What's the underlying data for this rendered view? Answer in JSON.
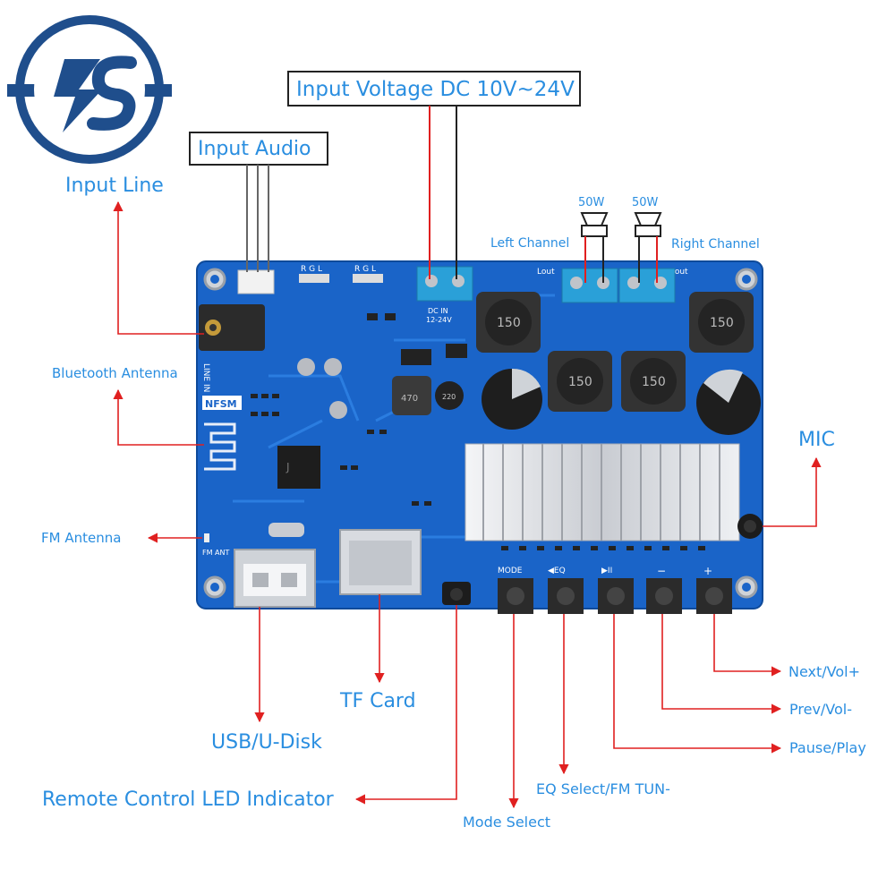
{
  "logo": {
    "name": "brand-logo"
  },
  "callouts": {
    "input_voltage": "Input Voltage DC 10V~24V",
    "input_audio": "Input Audio",
    "input_line": "Input Line",
    "bluetooth_antenna": "Bluetooth Antenna",
    "fm_antenna": "FM Antenna",
    "left_channel": "Left Channel",
    "right_channel": "Right Channel",
    "left_watt": "50W",
    "right_watt": "50W",
    "mic": "MIC",
    "next_vol": "Next/Vol+",
    "prev_vol": "Prev/Vol-",
    "pause_play": "Pause/Play",
    "eq_select": "EQ Select/FM TUN-",
    "mode_select": "Mode Select",
    "tf_card": "TF Card",
    "usb_disk": "USB/U-Disk",
    "remote_led": "Remote Control LED Indicator"
  },
  "board": {
    "rgl_left": "R G L",
    "rgl_right": "R G L",
    "dc_in": "DC IN",
    "dc_volts": "12-24V",
    "lout": "Lout",
    "rout": "Rout",
    "line_in": "LINE IN",
    "nfsm": "NFSM",
    "fm_ant": "FM ANT",
    "btn_mode": "MODE",
    "btn_eq": "◀EQ",
    "btn_play": "▶II",
    "btn_minus": "−",
    "btn_plus": "+",
    "inductor_mark": "150",
    "small_inductor": "470",
    "cap_mark": "220"
  },
  "colors": {
    "pcb": "#1a64c8",
    "label": "#2a8ee0",
    "arrow": "#e02020",
    "heatsink": "#d6d8dc",
    "terminal": "#2aa0d8"
  }
}
